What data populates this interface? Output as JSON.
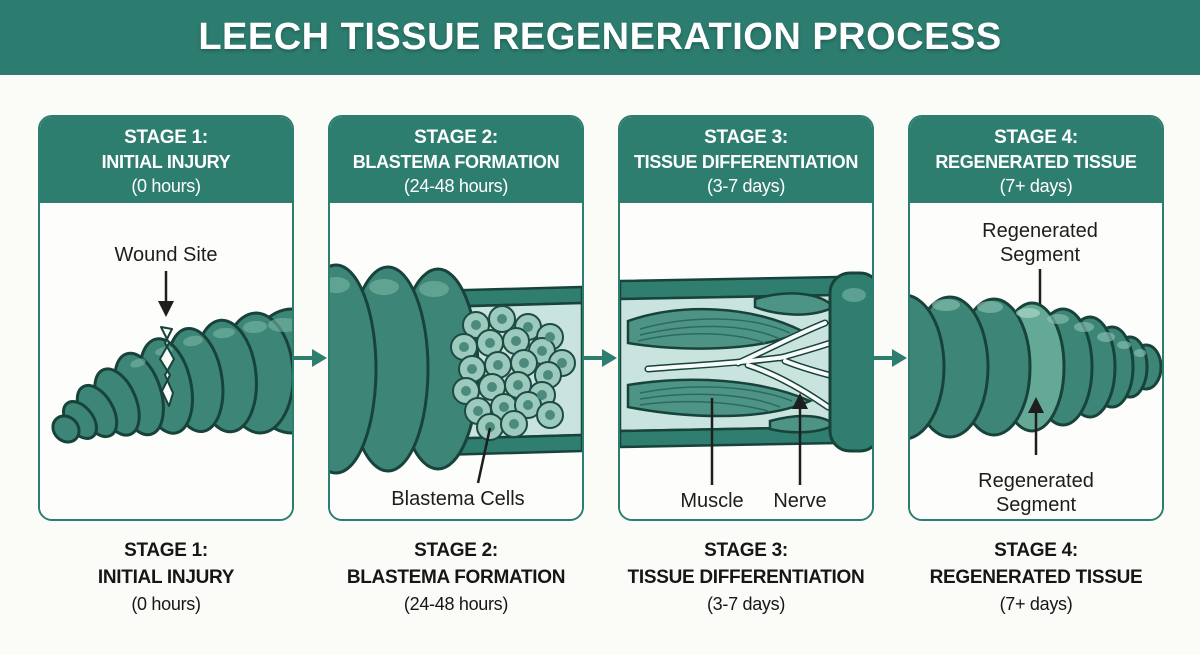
{
  "title": "LEECH TISSUE REGENERATION PROCESS",
  "stages": [
    {
      "header": {
        "stage": "STAGE 1:",
        "name": "INITIAL INJURY",
        "time": "(0 hours)"
      },
      "caption": {
        "stage": "STAGE 1:",
        "name": "INITIAL INJURY",
        "time": "(0 hours)"
      },
      "labels": {
        "wound_site": "Wound Site"
      }
    },
    {
      "header": {
        "stage": "STAGE 2:",
        "name": "BLASTEMA FORMATION",
        "time": "(24-48 hours)"
      },
      "caption": {
        "stage": "STAGE 2:",
        "name": "BLASTEMA FORMATION",
        "time": "(24-48 hours)"
      },
      "labels": {
        "blastema_cells": "Blastema Cells"
      }
    },
    {
      "header": {
        "stage": "STAGE 3:",
        "name": "TISSUE DIFFERENTIATION",
        "time": "(3-7 days)"
      },
      "caption": {
        "stage": "STAGE 3:",
        "name": "TISSUE DIFFERENTIATION",
        "time": "(3-7 days)"
      },
      "labels": {
        "muscle": "Muscle",
        "nerve": "Nerve"
      }
    },
    {
      "header": {
        "stage": "STAGE 4:",
        "name": "REGENERATED TISSUE",
        "time": "(7+ days)"
      },
      "caption": {
        "stage": "STAGE 4:",
        "name": "REGENERATED TISSUE",
        "time": "(7+ days)"
      },
      "labels": {
        "top_line1": "Regenerated",
        "top_line2": "Segment",
        "bottom_line1": "Regenerated",
        "bottom_line2": "Segment"
      }
    }
  ],
  "colors": {
    "banner_teal": "#2c7d6f",
    "card_header_teal": "#2e7e70",
    "leech_body": "#3d8577",
    "leech_outline": "#17433b",
    "body_interior": "#c9e4de",
    "blastema_cell": "#9ccabd",
    "cell_nucleus": "#4b8a7c",
    "regenerated_segment": "#63a995",
    "label_text": "#1d1d1d",
    "background": "#fbfbf8"
  }
}
